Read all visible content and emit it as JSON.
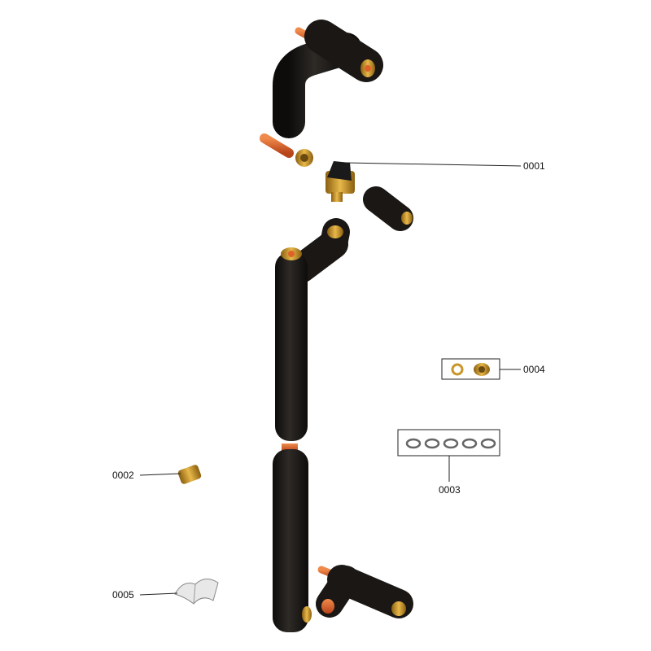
{
  "parts": [
    {
      "id": "part-0001",
      "label": "0001"
    },
    {
      "id": "part-0002",
      "label": "0002"
    },
    {
      "id": "part-0003",
      "label": "0003"
    },
    {
      "id": "part-0004",
      "label": "0004"
    },
    {
      "id": "part-0005",
      "label": "0005"
    }
  ],
  "colors": {
    "insulation": "#1e1b18",
    "brass": "#c8962a",
    "copper": "#e0622a",
    "leader": "#222222"
  }
}
